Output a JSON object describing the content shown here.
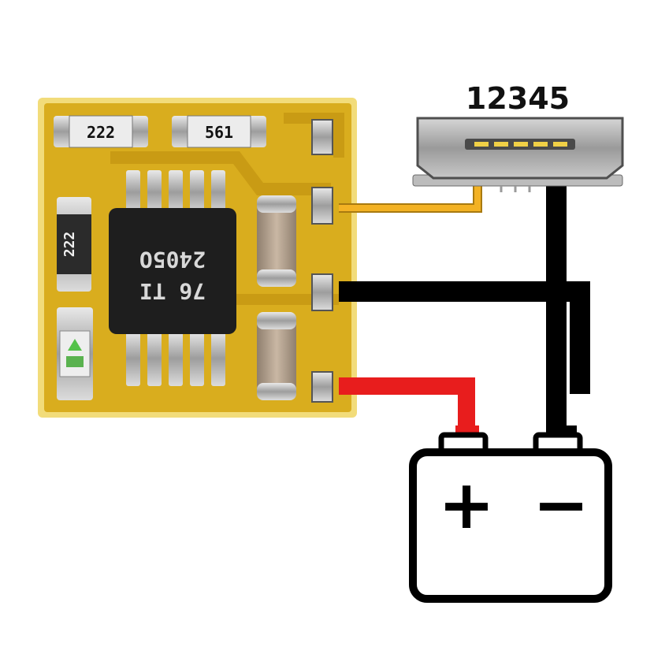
{
  "connector": {
    "pin_label": "12345"
  },
  "pcb": {
    "resistor_top_left": "222",
    "resistor_top_right": "561",
    "resistor_left": "222",
    "ic_line1": "76 TI",
    "ic_line2": "2405O"
  },
  "battery": {
    "positive_symbol": "+",
    "negative_symbol": "−"
  },
  "colors": {
    "pcb": "#d9ad1e",
    "pcb_edge": "#f2dc7a",
    "ic": "#1e1e1e",
    "wire_data": "#f3b224",
    "wire_ground": "#000000",
    "wire_positive": "#e81d1d",
    "terminal": "#b9b9b9"
  }
}
